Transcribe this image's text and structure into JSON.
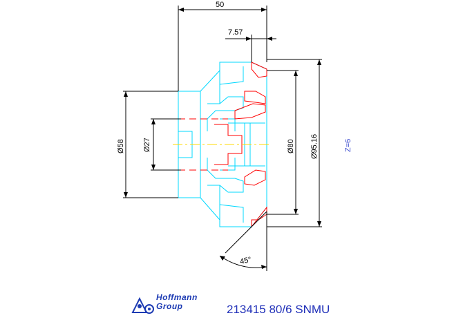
{
  "drawing": {
    "dimensions": {
      "length_total": "50",
      "length_small": "7.57",
      "dia_bore": "Ø27",
      "dia_hub": "Ø58",
      "dia_body": "Ø80",
      "dia_cutting": "Ø95.16",
      "angle": "45°"
    },
    "teeth_label": "Z=6",
    "colors": {
      "outline": "#00d8ff",
      "inserts": "#ff0000",
      "dimension": "#000000",
      "centerline": "#ffd800",
      "annotation": "#3344cc"
    }
  },
  "footer": {
    "logo_line1": "Hoffmann",
    "logo_line2": "Group",
    "logo_icon": "hoffmann-group-logo-icon",
    "part_caption": "213415 80/6 SNMU"
  }
}
